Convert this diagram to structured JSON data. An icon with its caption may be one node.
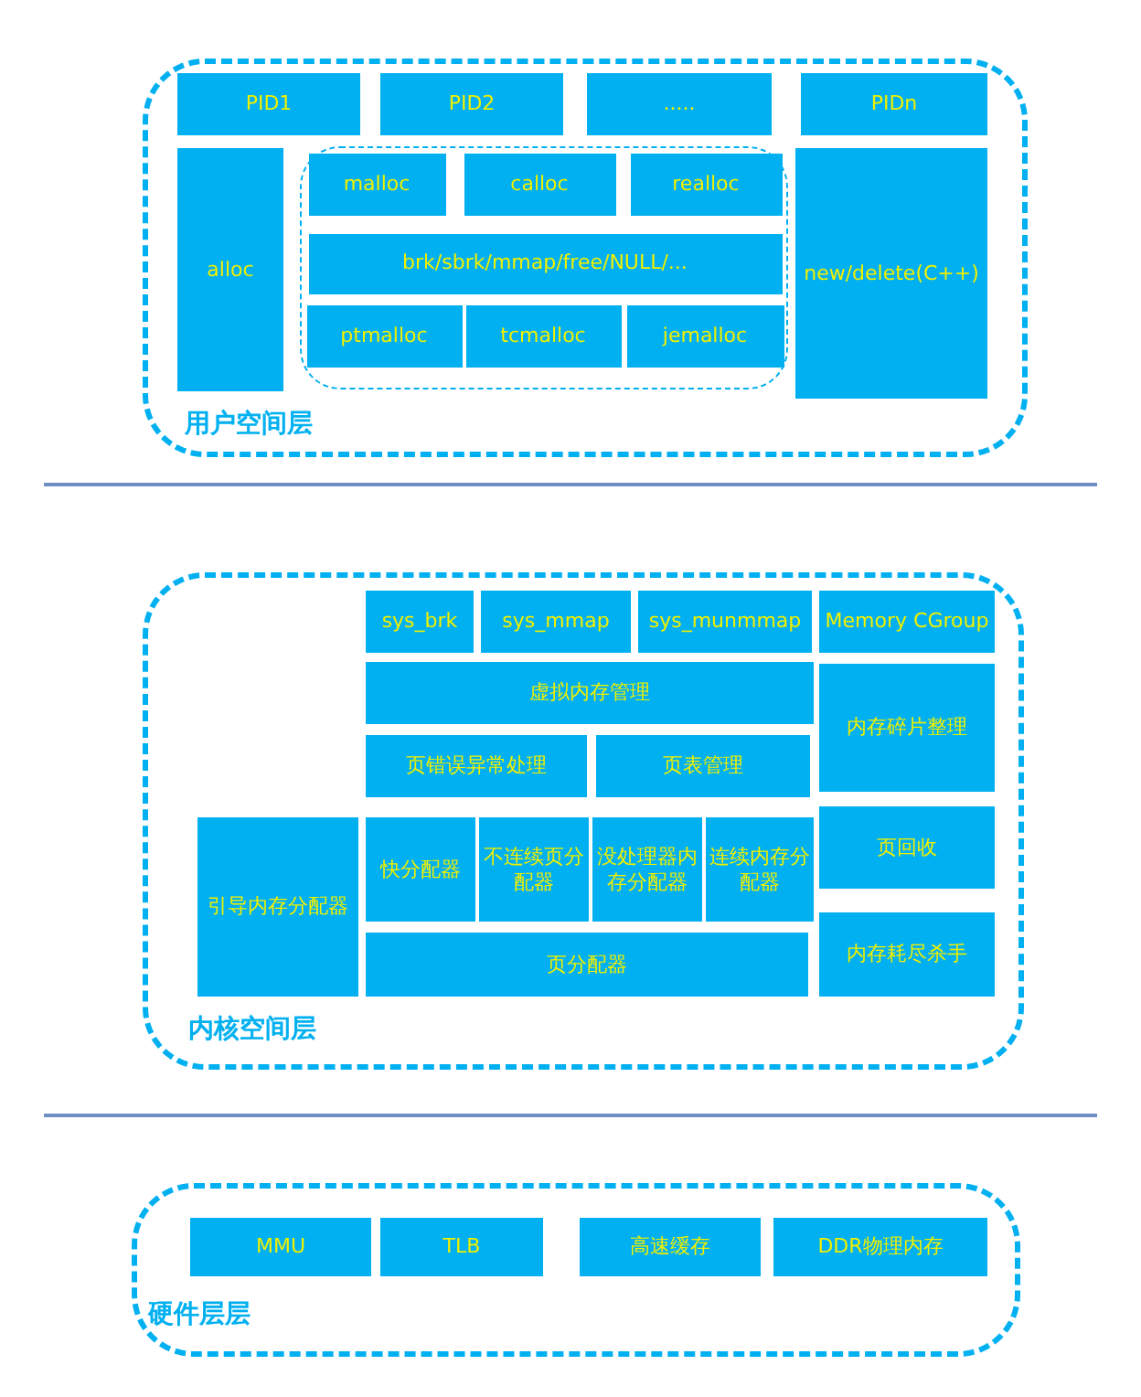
{
  "diagram": {
    "nodes": [
      {
        "text": [
          "用户空间层"
        ]
      },
      {
        "text": [
          "PID1"
        ],
        "in": 0
      },
      {
        "text": [
          "PID2"
        ],
        "in": 0
      },
      {
        "text": [
          "....."
        ],
        "in": 0
      },
      {
        "text": [
          "PIDn"
        ],
        "in": 0
      },
      {
        "text": [
          "alloc"
        ],
        "in": 0
      },
      {
        "text": [],
        "shape": "box",
        "in": 0
      },
      {
        "text": [
          "malloc"
        ],
        "in": 6
      },
      {
        "text": [
          "calloc"
        ],
        "in": 6
      },
      {
        "text": [
          "realloc"
        ],
        "in": 6
      },
      {
        "text": [
          "brk/sbrk/mmap/free/NULL/..."
        ],
        "in": 6
      },
      {
        "text": [
          "ptmalloc"
        ],
        "in": 6
      },
      {
        "text": [
          "tcmalloc"
        ],
        "in": 6
      },
      {
        "text": [
          "jemalloc"
        ],
        "in": 6
      },
      {
        "text": [
          "new/delete(C++)"
        ],
        "in": 0
      },
      {
        "text": [
          "内核空间层"
        ]
      },
      {
        "text": [
          "sys_brk"
        ],
        "in": 15
      },
      {
        "text": [
          "sys_mmap"
        ],
        "in": 15
      },
      {
        "text": [
          "sys_munmmap"
        ],
        "in": 15
      },
      {
        "text": [
          "Memory CGroup"
        ],
        "in": 15
      },
      {
        "text": [
          "虚拟内存管理"
        ],
        "in": 15
      },
      {
        "text": [
          "内存碎片整理"
        ],
        "in": 15
      },
      {
        "text": [
          "页错误异常处理"
        ],
        "in": 15
      },
      {
        "text": [
          "页表管理"
        ],
        "in": 15
      },
      {
        "text": [
          "引导内存分配器"
        ],
        "in": 15
      },
      {
        "text": [
          "快分配器"
        ],
        "in": 15
      },
      {
        "text": [
          "不连续页分配器"
        ],
        "in": 15
      },
      {
        "text": [
          "没处理器内存分配器"
        ],
        "in": 15
      },
      {
        "text": [
          "连续内存分配器"
        ],
        "in": 15
      },
      {
        "text": [
          "页回收"
        ],
        "in": 15
      },
      {
        "text": [
          "页分配器"
        ],
        "in": 15
      },
      {
        "text": [
          "内存耗尽杀手"
        ],
        "in": 15
      },
      {
        "text": [
          "硬件层层"
        ]
      },
      {
        "text": [
          "MMU"
        ],
        "in": 32
      },
      {
        "text": [
          "TLB"
        ],
        "in": 32
      },
      {
        "text": [
          "高速缓存"
        ],
        "in": 32
      },
      {
        "text": [
          "DDR物理内存"
        ],
        "in": 32
      }
    ],
    "edges": []
  }
}
